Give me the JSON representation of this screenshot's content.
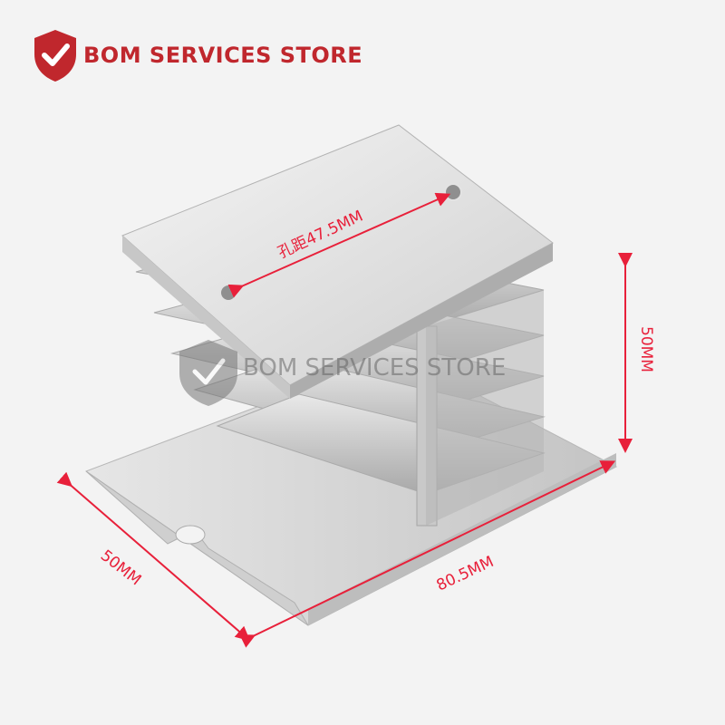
{
  "brand": {
    "name": "BOM SERVICES STORE",
    "color": "#c0272d",
    "icon": "shield-check-icon"
  },
  "watermark": {
    "text": "BOM SERVICES STORE",
    "icon": "shield-check-icon"
  },
  "dimensions": {
    "hole_spacing": "孔距47.5MM",
    "height": "50MM",
    "depth": "50MM",
    "width": "80.5MM",
    "line_color": "#e8203a"
  },
  "product": {
    "material_color": "#d9d9d9",
    "shadow_color": "#9a9a9a"
  }
}
